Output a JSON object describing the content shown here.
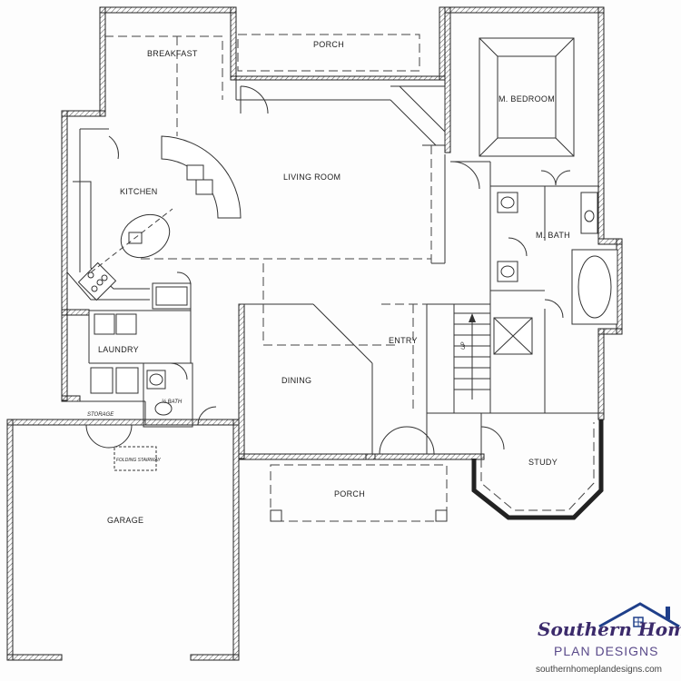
{
  "plan": {
    "rooms": {
      "breakfast": "BREAKFAST",
      "porch_top": "PORCH",
      "master_bedroom": "M. BEDROOM",
      "living_room": "LIVING ROOM",
      "kitchen": "KITCHEN",
      "master_bath": "M. BATH",
      "laundry": "LAUNDRY",
      "entry": "ENTRY",
      "dining": "DINING",
      "half_bath": "½ BATH",
      "storage": "STORAGE",
      "folding_stairway": "FOLDING STAIRWAY",
      "study": "STUDY",
      "porch_bottom": "PORCH",
      "garage": "GARAGE",
      "up_label": "UP"
    }
  },
  "logo": {
    "brand_line1": "Southern Home",
    "brand_line2": "PLAN DESIGNS",
    "url": "southernhomeplandesigns.com",
    "color_primary": "#3b2a6b",
    "color_accent": "#1f3f8a"
  }
}
